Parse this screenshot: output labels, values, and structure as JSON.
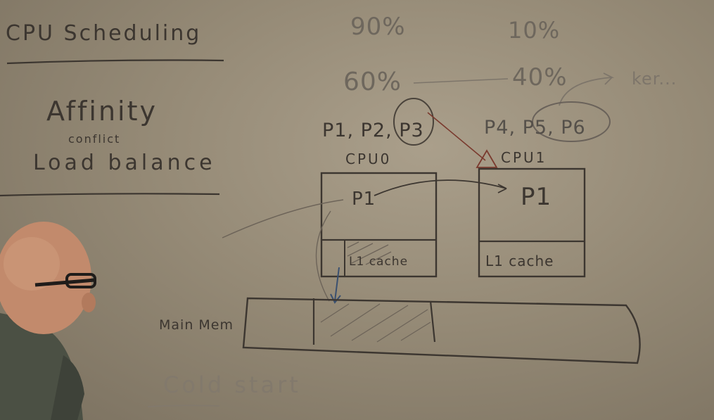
{
  "board": {
    "title": "CPU Scheduling",
    "topics": {
      "affinity": "Affinity",
      "conflict": "conflict",
      "load_balance": "Load balance"
    },
    "percentages": {
      "row1_left": "90%",
      "row1_right": "10%",
      "row2_left": "60%",
      "row2_right": "40%"
    },
    "kernel_note": "ker...",
    "cpu0": {
      "label": "CPU0",
      "processes": "P1, P2, P3",
      "running": "P1",
      "cache": "L1 cache"
    },
    "cpu1": {
      "label": "CPU1",
      "processes": "P4, P5, P6",
      "running": "P1",
      "cache": "L1 cache"
    },
    "main_memory": "Main Mem",
    "note": "Cold start"
  }
}
